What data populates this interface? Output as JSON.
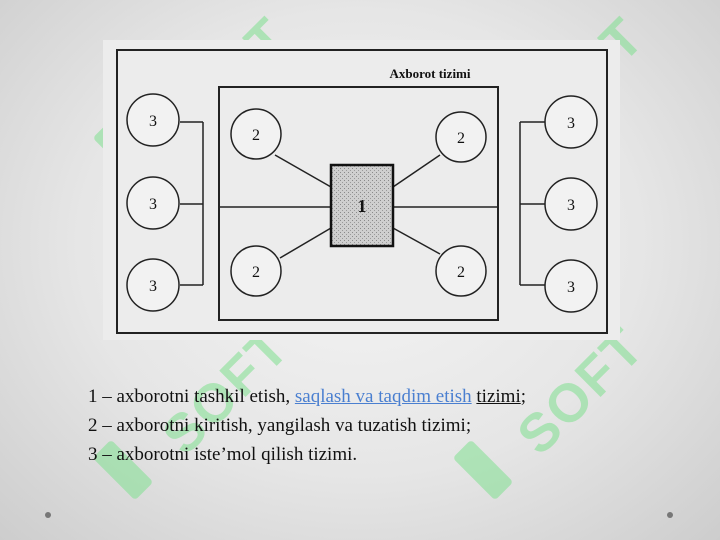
{
  "diagram": {
    "title": "Axborot tizimi",
    "center_label": "1",
    "inner_labels": [
      "2",
      "2",
      "2",
      "2"
    ],
    "outer_labels": [
      "3",
      "3",
      "3",
      "3",
      "3",
      "3"
    ]
  },
  "caption": {
    "line1_prefix": "1 – axborotni tashkil etish, ",
    "line1_link": "saqlash va taqdim etish",
    "line1_space": " ",
    "line1_underlined": "tizimi",
    "line1_suffix": ";",
    "line2": "2 – axborotni kiritish, yangilash va tuzatish tizimi;",
    "line3": "3 – axborotni iste’mol qilish tizimi."
  },
  "watermark": {
    "text": "SOFT",
    "color": "#7fe08f"
  }
}
